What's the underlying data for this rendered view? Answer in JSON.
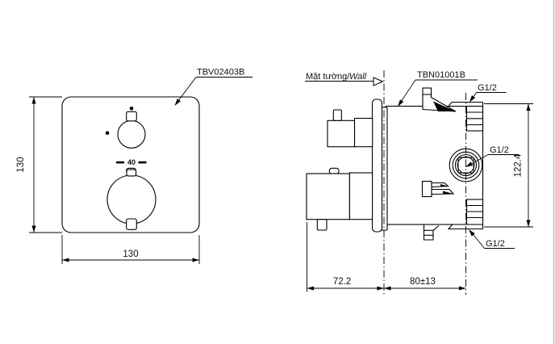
{
  "drawing": {
    "front_view": {
      "part_code": "TBV02403B",
      "dim_height": "130",
      "dim_width": "130",
      "knob_temp_label": "40"
    },
    "side_view": {
      "part_code": "TBN01001B",
      "wall_label_vi": "Mặt tường/",
      "wall_label_en": "Wall",
      "dim_height": "122.4",
      "dim_depth_front": "72.2",
      "dim_depth_behind_wall": "80±13",
      "port_top": "G1/2",
      "port_middle": "G1/2",
      "port_bottom": "G1/2"
    },
    "colors": {
      "line": "#000000",
      "background": "#ffffff"
    }
  }
}
